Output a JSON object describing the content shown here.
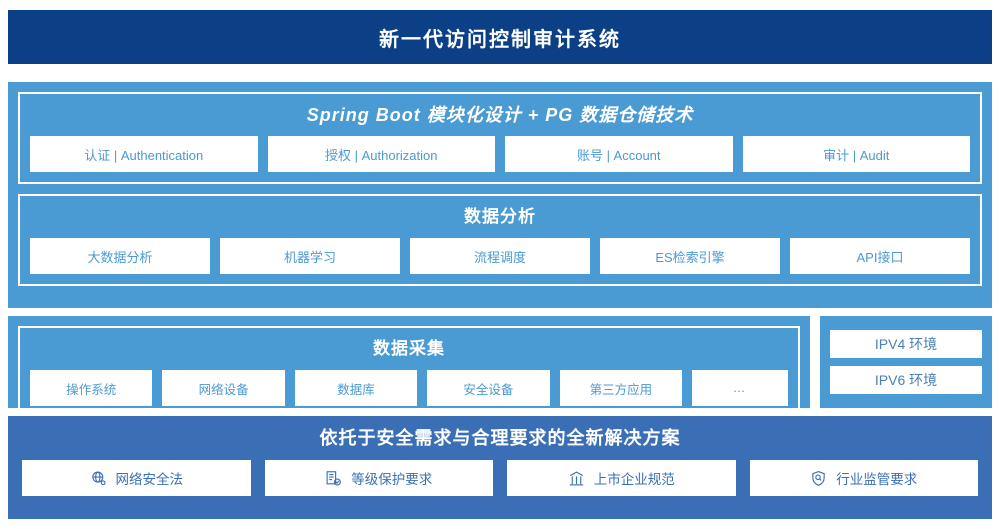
{
  "header": {
    "title": "新一代访问控制审计系统"
  },
  "application_layer": {
    "platform": {
      "title": "Spring Boot 模块化设计 + PG 数据仓储技术",
      "items": [
        {
          "label": "认证 | Authentication"
        },
        {
          "label": "授权 | Authorization"
        },
        {
          "label": "账号 | Account"
        },
        {
          "label": "审计 | Audit"
        }
      ]
    },
    "analysis": {
      "title": "数据分析",
      "items": [
        {
          "label": "大数据分析"
        },
        {
          "label": "机器学习"
        },
        {
          "label": "流程调度"
        },
        {
          "label": "ES检索引擎"
        },
        {
          "label": "API接口"
        }
      ]
    }
  },
  "collection_layer": {
    "title": "数据采集",
    "items": [
      {
        "label": "操作系统"
      },
      {
        "label": "网络设备"
      },
      {
        "label": "数据库"
      },
      {
        "label": "安全设备"
      },
      {
        "label": "第三方应用"
      },
      {
        "label": "…"
      }
    ]
  },
  "environment_panel": {
    "items": [
      {
        "label": "IPV4 环境"
      },
      {
        "label": "IPV6 环境"
      }
    ]
  },
  "solution_layer": {
    "title": "依托于安全需求与合理要求的全新解决方案",
    "items": [
      {
        "label": "网络安全法",
        "icon": "globe-icon"
      },
      {
        "label": "等级保护要求",
        "icon": "document-check-icon"
      },
      {
        "label": "上市企业规范",
        "icon": "bank-building-icon"
      },
      {
        "label": "行业监管要求",
        "icon": "shield-search-icon"
      }
    ]
  },
  "colors": {
    "header_navy": "#0b4087",
    "panel_blue": "#4a9ad4",
    "solution_blue": "#3a6fb5",
    "chip_white": "#ffffff"
  }
}
